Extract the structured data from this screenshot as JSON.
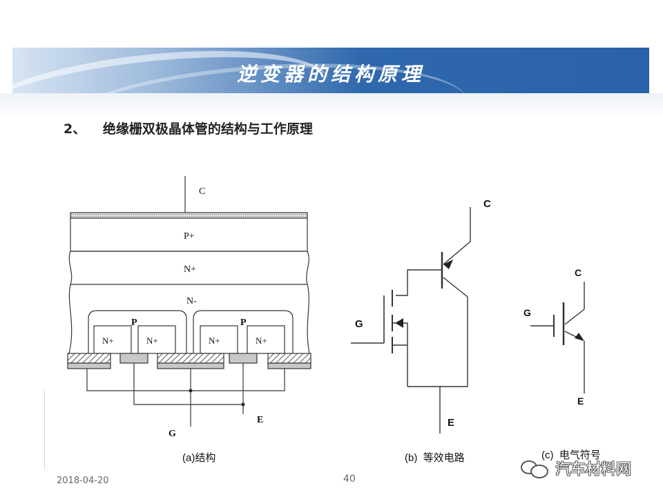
{
  "slide": {
    "title": "逆变器的结构原理",
    "subtitle_number": "2、",
    "subtitle_text": "绝缘栅双极晶体管的结构与工作原理",
    "date": "2018-04-20",
    "page_number": "40",
    "watermark": "汽车材料网"
  },
  "diagram_a": {
    "caption": "(a)结构",
    "label_collector": "C",
    "label_p_plus": "P+",
    "label_n_plus": "N+",
    "label_n_minus": "N-",
    "label_p_well": "P",
    "label_n_plus_region": "N+",
    "label_emitter": "E",
    "label_gate": "G"
  },
  "diagram_b": {
    "caption": "(b)  等效电路",
    "label_collector": "C",
    "label_gate": "G",
    "label_emitter": "E"
  },
  "diagram_c": {
    "caption": "(c)  电气符号",
    "label_collector": "C",
    "label_gate": "G",
    "label_emitter": "E"
  },
  "colors": {
    "banner_dark": "#2a62a8",
    "line": "#333333",
    "gray_fill": "#c8c8c8"
  }
}
